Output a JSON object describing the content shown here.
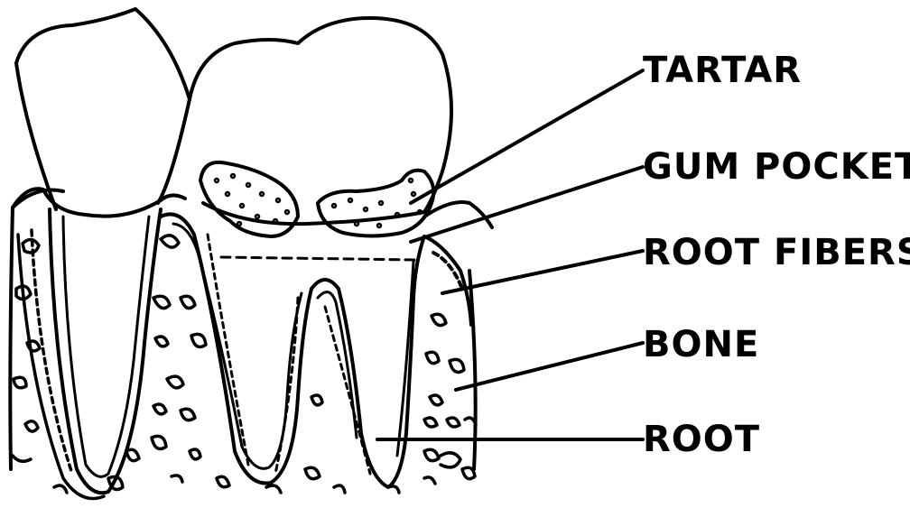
{
  "labels": {
    "tartar": "TARTAR",
    "gum_pocket": "GUM POCKET",
    "root_fibers": "ROOT FIBERS",
    "bone": "BONE",
    "root": "ROOT"
  },
  "colors": {
    "ink": "#000000",
    "background": "#ffffff"
  }
}
